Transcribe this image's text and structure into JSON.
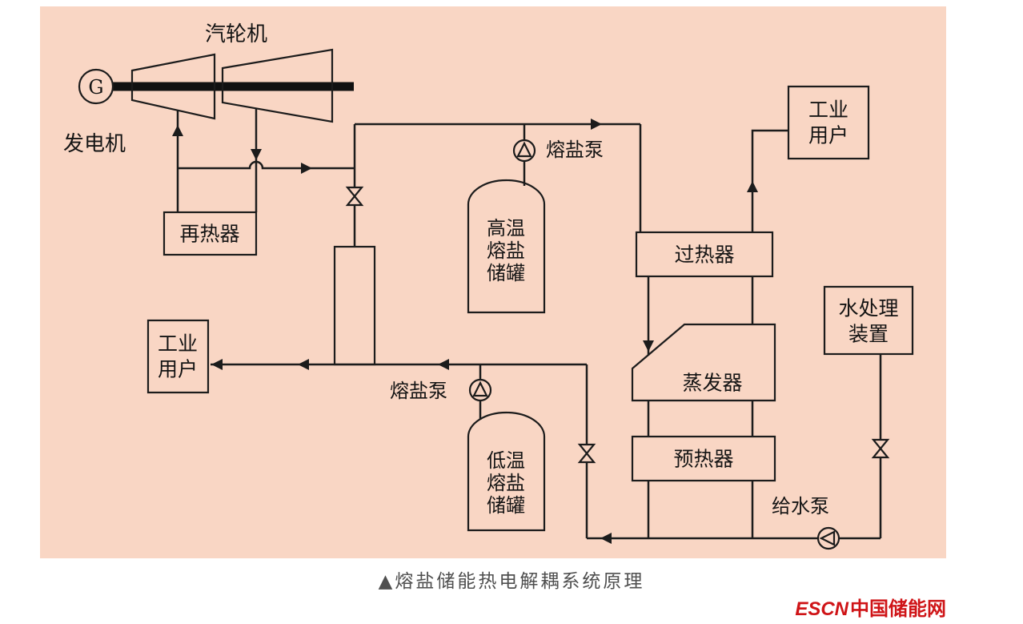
{
  "colors": {
    "panel_bg": "#f9d6c4",
    "line": "#1c1c1c",
    "logo_red": "#cf1417",
    "caption_gray": "#4f4f4f"
  },
  "caption": "▲熔盐储能热电解耦系统原理",
  "logo": {
    "latin": "ESCN",
    "cn": "中国储能网"
  },
  "diagram": {
    "generator_symbol": "G",
    "generator": "发电机",
    "turbine": "汽轮机",
    "reheater": "再热器",
    "left_users": {
      "line1": "工业",
      "line2": "用户"
    },
    "right_users": {
      "line1": "工业",
      "line2": "用户"
    },
    "hot_tank": {
      "line1": "高温",
      "line2": "熔盐",
      "line3": "储罐"
    },
    "cold_tank": {
      "line1": "低温",
      "line2": "熔盐",
      "line3": "储罐"
    },
    "salt_pump_top": "熔盐泵",
    "salt_pump_bottom": "熔盐泵",
    "superheater": "过热器",
    "evaporator": "蒸发器",
    "preheater": "预热器",
    "water_treatment": {
      "line1": "水处理",
      "line2": "装置"
    },
    "feed_pump": "给水泵"
  }
}
